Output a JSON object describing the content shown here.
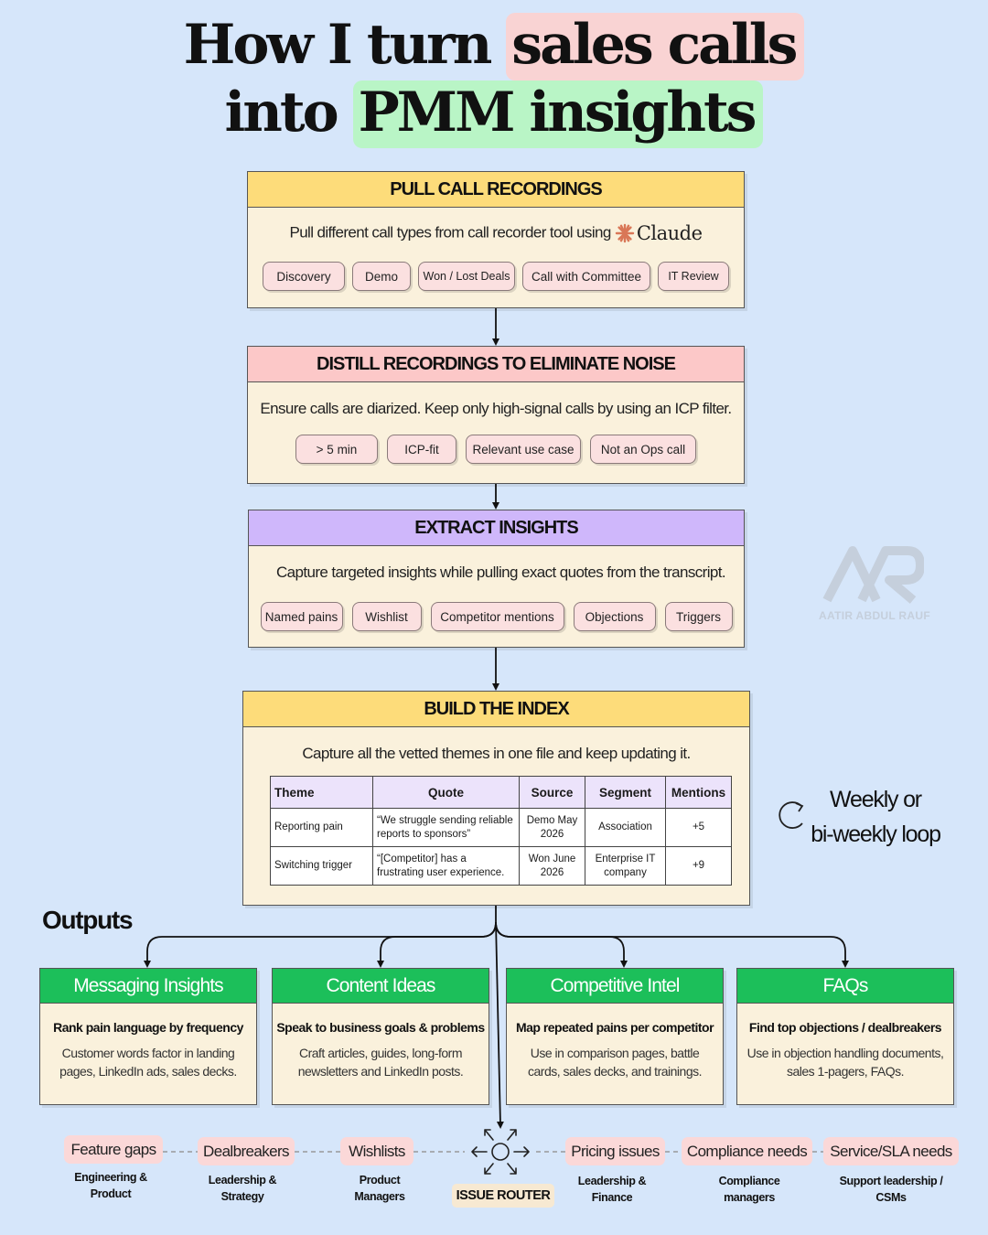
{
  "title": {
    "line1_prefix": "How I turn",
    "line1_highlight": "sales calls",
    "line2_prefix": "into",
    "line2_highlight": "PMM insights"
  },
  "stages": [
    {
      "heading": "PULL CALL RECORDINGS",
      "description": "Pull different call types from call recorder tool using",
      "tool": "Claude",
      "tags": [
        "Discovery",
        "Demo",
        "Won / Lost Deals",
        "Call with Committee",
        "IT Review"
      ],
      "color": "#fddc7a"
    },
    {
      "heading": "DISTILL RECORDINGS TO ELIMINATE NOISE",
      "description": "Ensure calls are diarized. Keep only high-signal calls by using an ICP filter.",
      "tags": [
        "> 5 min",
        "ICP-fit",
        "Relevant use case",
        "Not an Ops call"
      ],
      "color": "#fcc8c8"
    },
    {
      "heading": "EXTRACT INSIGHTS",
      "description": "Capture targeted insights while pulling exact quotes from the transcript.",
      "tags": [
        "Named pains",
        "Wishlist",
        "Competitor mentions",
        "Objections",
        "Triggers"
      ],
      "color": "#cfb7fb"
    },
    {
      "heading": "BUILD THE INDEX",
      "description": "Capture all the vetted themes in one file and keep updating it.",
      "color": "#fddc7a"
    }
  ],
  "index_table": {
    "columns": [
      "Theme",
      "Quote",
      "Source",
      "Segment",
      "Mentions"
    ],
    "rows": [
      [
        "Reporting pain",
        "“We struggle sending reliable reports to sponsors”",
        "Demo May 2026",
        "Association",
        "+5"
      ],
      [
        "Switching trigger",
        "“[Competitor] has a frustrating user experience.",
        "Won June 2026",
        "Enterprise IT company",
        "+9"
      ]
    ]
  },
  "loop": {
    "line1": "Weekly or",
    "line2": "bi-weekly loop"
  },
  "watermark": "AATIR ABDUL RAUF",
  "outputs_heading": "Outputs",
  "outputs": [
    {
      "title": "Messaging Insights",
      "bold": "Rank pain language by frequency",
      "desc": "Customer words factor in landing pages, LinkedIn ads, sales decks."
    },
    {
      "title": "Content Ideas",
      "bold": "Speak to business goals & problems",
      "desc": "Craft articles, guides, long-form newsletters and LinkedIn posts."
    },
    {
      "title": "Competitive Intel",
      "bold": "Map repeated pains per competitor",
      "desc": "Use in comparison pages, battle cards, sales decks, and trainings."
    },
    {
      "title": "FAQs",
      "bold": "Find top objections / dealbreakers",
      "desc": "Use in objection handling documents, sales 1-pagers, FAQs."
    }
  ],
  "router": {
    "label": "ISSUE ROUTER",
    "issues": [
      {
        "tag": "Feature gaps",
        "owner": "Engineering & Product"
      },
      {
        "tag": "Dealbreakers",
        "owner": "Leadership & Strategy"
      },
      {
        "tag": "Wishlists",
        "owner": "Product Managers"
      },
      {
        "tag": "Pricing issues",
        "owner": "Leadership & Finance"
      },
      {
        "tag": "Compliance needs",
        "owner": "Compliance managers"
      },
      {
        "tag": "Service/SLA needs",
        "owner": "Support leadership / CSMs"
      }
    ]
  },
  "colors": {
    "background": "#d6e6fa",
    "box": "#faf1dc",
    "chip": "#fbe0e0",
    "output_header": "#1cbf5a",
    "highlight_pink": "#f9d3d3",
    "highlight_green": "#b9f5c6"
  }
}
